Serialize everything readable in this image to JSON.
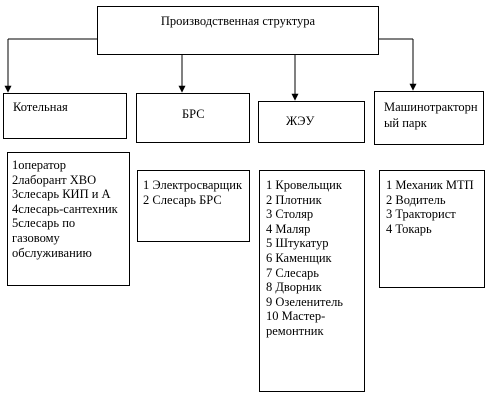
{
  "root": {
    "title": "Производственная структура"
  },
  "departments": [
    {
      "name": "Котельная",
      "staff": [
        "1оператор",
        "2лаборант ХВО",
        "3слесарь КИП и А",
        "4слесарь-сантехник",
        "5слесарь по газовому обслуживанию"
      ]
    },
    {
      "name": "БРС",
      "staff": [
        "1 Электросварщик",
        "2 Слесарь БРС"
      ]
    },
    {
      "name": "ЖЭУ",
      "staff": [
        "1 Кровельщик",
        "2 Плотник",
        "3 Столяр",
        "4 Маляр",
        "5 Штукатур",
        "6 Каменщик",
        "7 Слесарь",
        "8 Дворник",
        "9 Озеленитель",
        "10 Мастер-ремонтник"
      ]
    },
    {
      "name": "Машинотракторный парк",
      "staff": [
        "1 Механик МТП",
        "2 Водитель",
        "3 Тракторист",
        "4 Токарь"
      ]
    }
  ],
  "colors": {
    "line": "#000000",
    "background": "#ffffff"
  }
}
